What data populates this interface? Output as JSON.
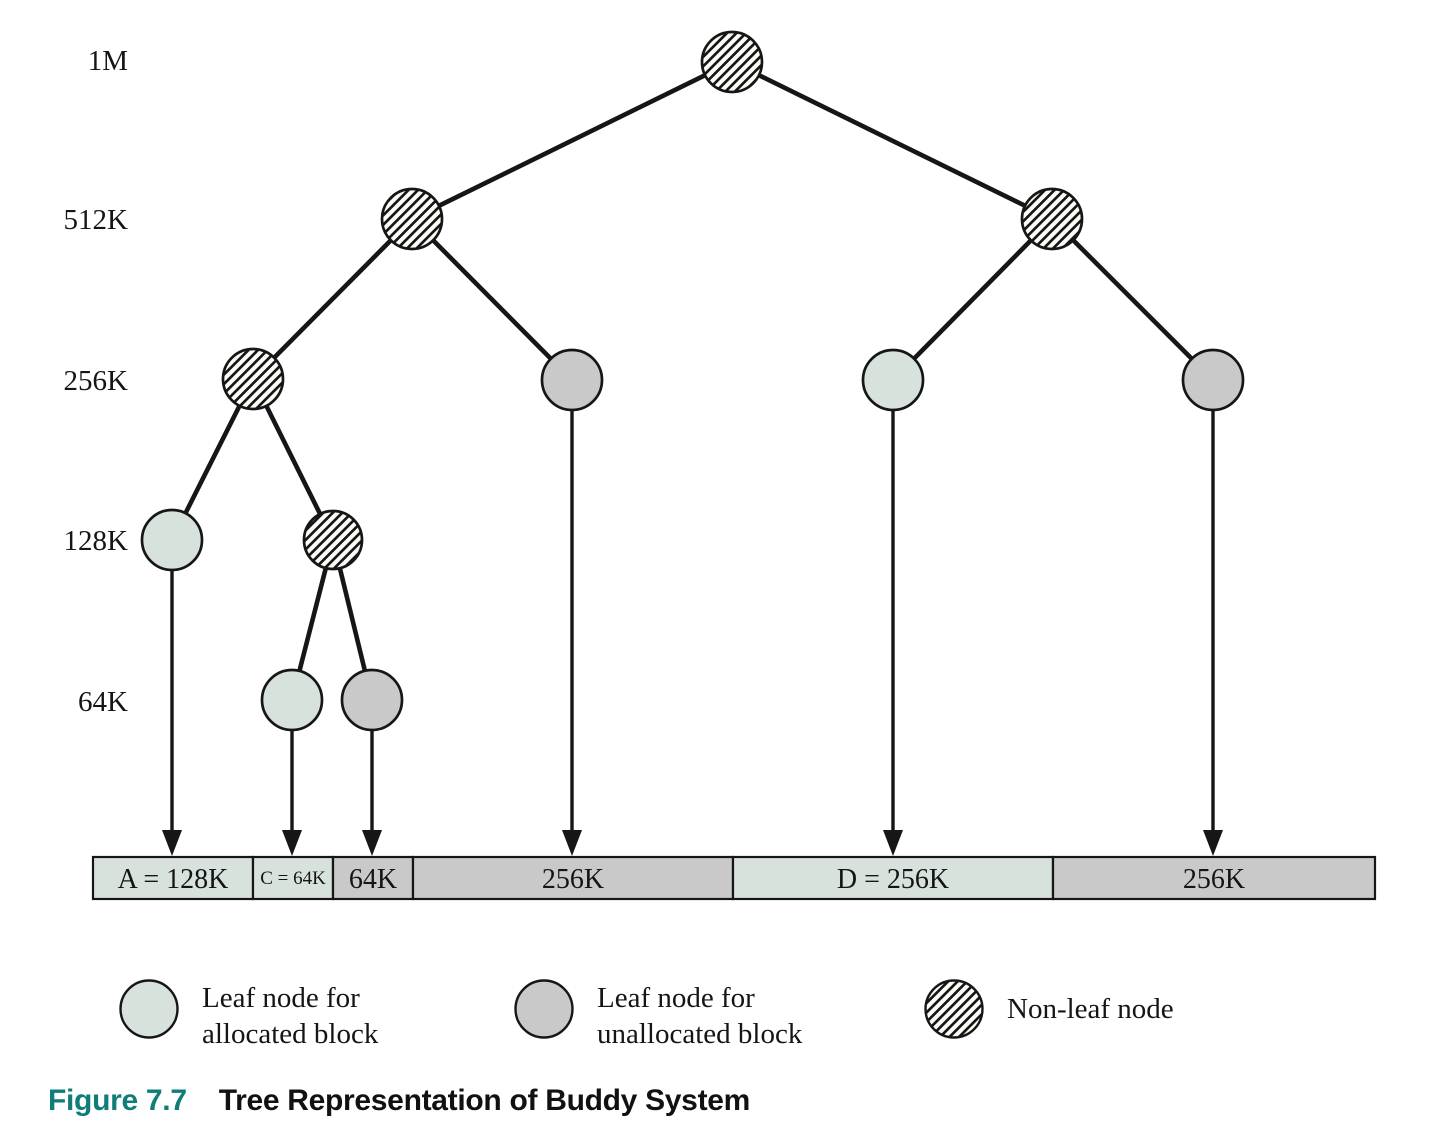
{
  "caption": {
    "label": "Figure 7.7",
    "title": "Tree Representation of Buddy System"
  },
  "size_labels": [
    "1M",
    "512K",
    "256K",
    "128K",
    "64K"
  ],
  "memory_bar": {
    "total": "1M",
    "segments": [
      {
        "label": "A = 128K",
        "state": "allocated"
      },
      {
        "label": "C = 64K",
        "state": "allocated"
      },
      {
        "label": "64K",
        "state": "unallocated"
      },
      {
        "label": "256K",
        "state": "unallocated"
      },
      {
        "label": "D = 256K",
        "state": "allocated"
      },
      {
        "label": "256K",
        "state": "unallocated"
      }
    ]
  },
  "legend": {
    "allocated": {
      "line1": "Leaf node for",
      "line2": "allocated block"
    },
    "unallocated": {
      "line1": "Leaf node for",
      "line2": "unallocated block"
    },
    "non_leaf": {
      "label": "Non-leaf node"
    }
  },
  "colors": {
    "allocated_fill": "#d7e2dd",
    "unallocated_fill": "#c9c9c9",
    "node_outline": "#161616",
    "caption_accent": "#0f7e78"
  },
  "tree": {
    "levels": [
      {
        "size": "1M",
        "nodes": [
          {
            "type": "non-leaf"
          }
        ]
      },
      {
        "size": "512K",
        "nodes": [
          {
            "type": "non-leaf"
          },
          {
            "type": "non-leaf"
          }
        ]
      },
      {
        "size": "256K",
        "nodes": [
          {
            "type": "non-leaf"
          },
          {
            "type": "leaf-unallocated"
          },
          {
            "type": "leaf-allocated",
            "block": "D"
          },
          {
            "type": "leaf-unallocated"
          }
        ]
      },
      {
        "size": "128K",
        "nodes": [
          {
            "type": "leaf-allocated",
            "block": "A"
          },
          {
            "type": "non-leaf"
          }
        ]
      },
      {
        "size": "64K",
        "nodes": [
          {
            "type": "leaf-allocated",
            "block": "C"
          },
          {
            "type": "leaf-unallocated"
          }
        ]
      }
    ]
  }
}
